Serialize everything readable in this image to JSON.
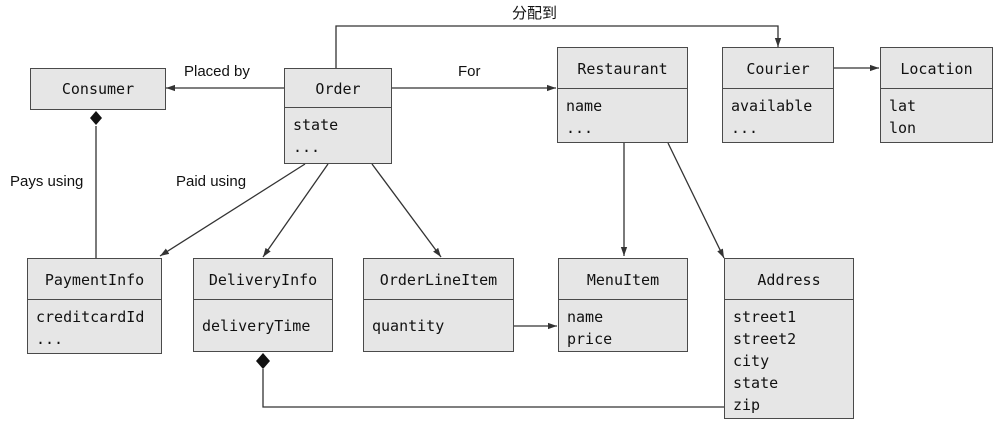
{
  "classes": {
    "consumer": {
      "name": "Consumer",
      "attributes": []
    },
    "order": {
      "name": "Order",
      "attributes": [
        "state",
        "..."
      ]
    },
    "restaurant": {
      "name": "Restaurant",
      "attributes": [
        "name",
        "..."
      ]
    },
    "courier": {
      "name": "Courier",
      "attributes": [
        "available",
        "..."
      ]
    },
    "location": {
      "name": "Location",
      "attributes": [
        "lat",
        "lon"
      ]
    },
    "payment_info": {
      "name": "PaymentInfo",
      "attributes": [
        "creditcardId",
        "..."
      ]
    },
    "delivery_info": {
      "name": "DeliveryInfo",
      "attributes": [
        "deliveryTime"
      ]
    },
    "order_line_item": {
      "name": "OrderLineItem",
      "attributes": [
        "quantity"
      ]
    },
    "menu_item": {
      "name": "MenuItem",
      "attributes": [
        "name",
        "price"
      ]
    },
    "address": {
      "name": "Address",
      "attributes": [
        "street1",
        "street2",
        "city",
        "state",
        "zip"
      ]
    }
  },
  "relations": {
    "placed_by": "Placed by",
    "for": "For",
    "assigned_to": "分配到",
    "pays_using": "Pays using",
    "paid_using": "Paid using"
  },
  "colors": {
    "box_fill": "#e6e6e6",
    "box_border": "#4a4a4a",
    "line": "#333333",
    "text": "#111111"
  }
}
